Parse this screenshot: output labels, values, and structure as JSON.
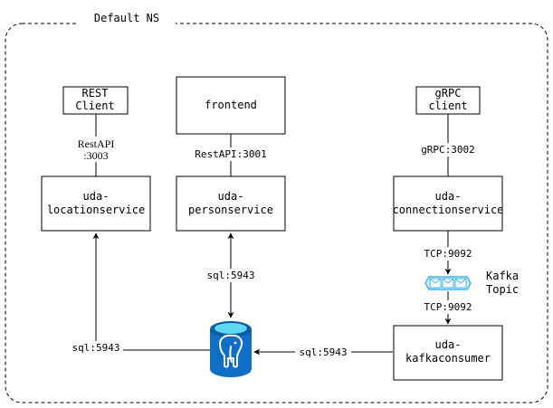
{
  "namespace": {
    "label": "Default NS"
  },
  "nodes": {
    "rest_client": {
      "line1": "REST",
      "line2": "Client"
    },
    "frontend": {
      "label": "frontend"
    },
    "grpc_client": {
      "line1": "gRPC",
      "line2": "client"
    },
    "location_service": {
      "line1": "uda-",
      "line2": "locationservice"
    },
    "person_service": {
      "line1": "uda-",
      "line2": "personservice"
    },
    "connection_service": {
      "line1": "uda-",
      "line2": "connectionservice"
    },
    "kafka_topic": {
      "line1": "Kafka",
      "line2": "Topic"
    },
    "kafka_consumer": {
      "line1": "uda-",
      "line2": "kafkaconsumer"
    }
  },
  "edges": {
    "rest_to_location": {
      "line1": "RestAPI",
      "line2": ":3003"
    },
    "frontend_to_person": {
      "label": "RestAPI:3001"
    },
    "grpc_to_connection": {
      "label": "gRPC:3002"
    },
    "connection_to_kafka": {
      "label": "TCP:9092"
    },
    "kafka_to_consumer": {
      "label": "TCP:9092"
    },
    "person_to_db": {
      "label": "sql:5943"
    },
    "location_to_db": {
      "label": "sql:5943"
    },
    "consumer_to_db": {
      "label": "sql:5943"
    }
  },
  "colors": {
    "stroke": "#000000",
    "db_blue": "#0f6fc6",
    "db_light": "#5ed8f0",
    "kafka_blue": "#40b5e6",
    "kafka_light": "#d8f1fb"
  },
  "icons": {
    "database": "postgresql-elephant-icon",
    "queue": "kafka-topic-icon"
  }
}
